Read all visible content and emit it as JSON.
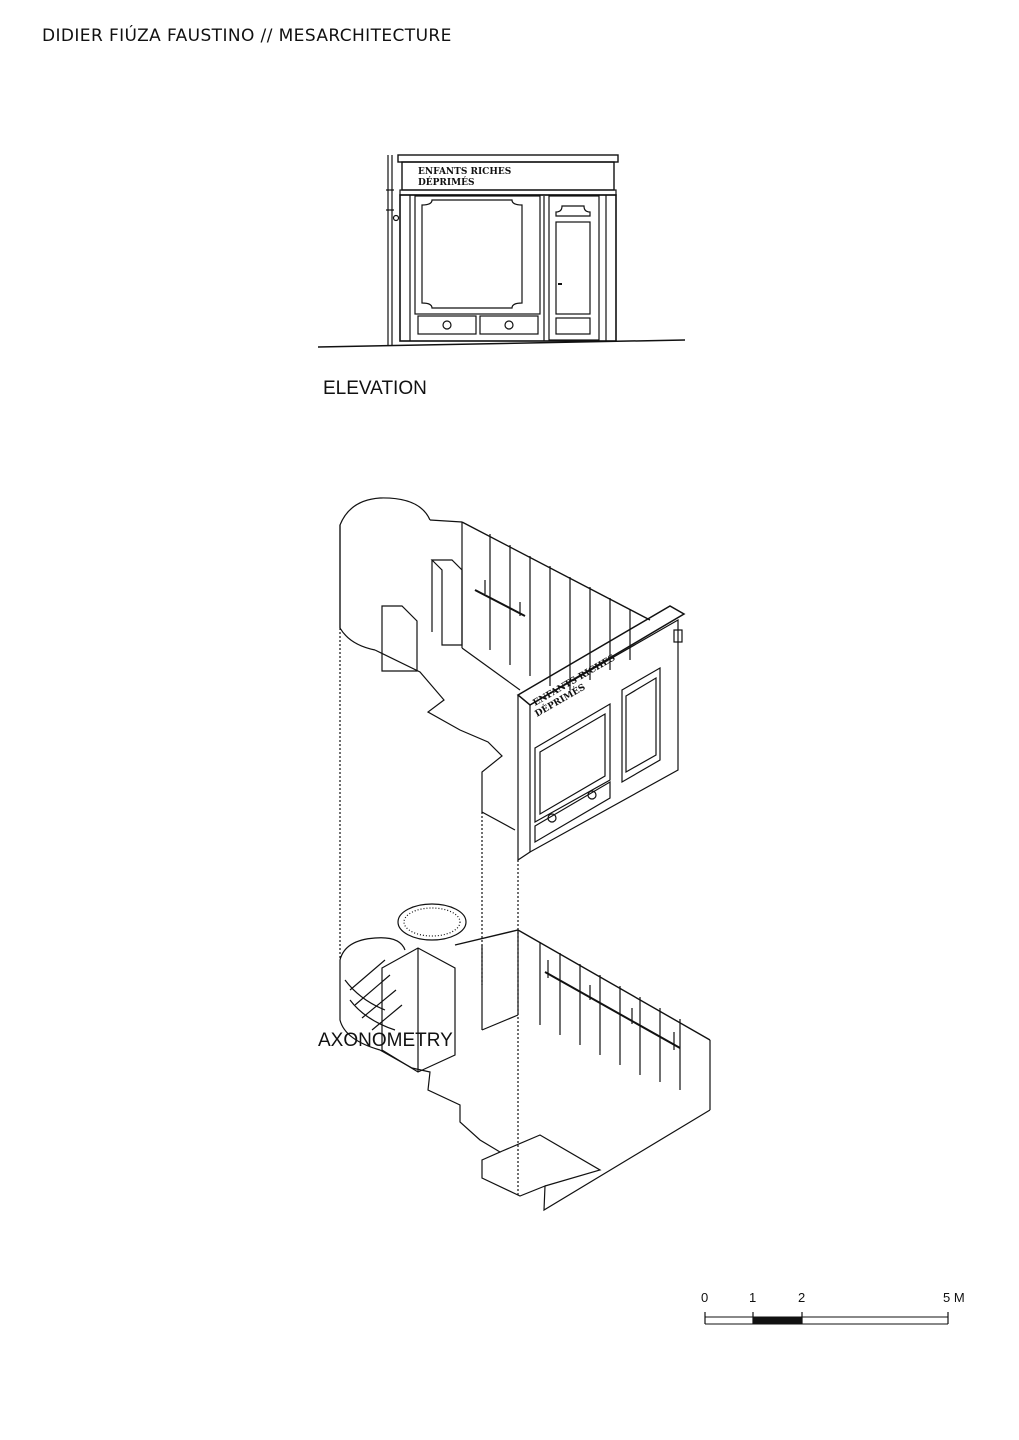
{
  "header": {
    "title": "DIDIER FIÚZA FAUSTINO // MESARCHITECTURE"
  },
  "elevation": {
    "label": "ELEVATION",
    "sign_line1": "ENFANTS RICHES",
    "sign_line2": "DÉPRIMÉS"
  },
  "axonometry": {
    "label": "AXONOMETRY",
    "sign_line1": "ENFANTS RICHES",
    "sign_line2": "DÉPRIMÉS"
  },
  "scale_bar": {
    "ticks": [
      "0",
      "1",
      "2",
      "5 M"
    ]
  }
}
